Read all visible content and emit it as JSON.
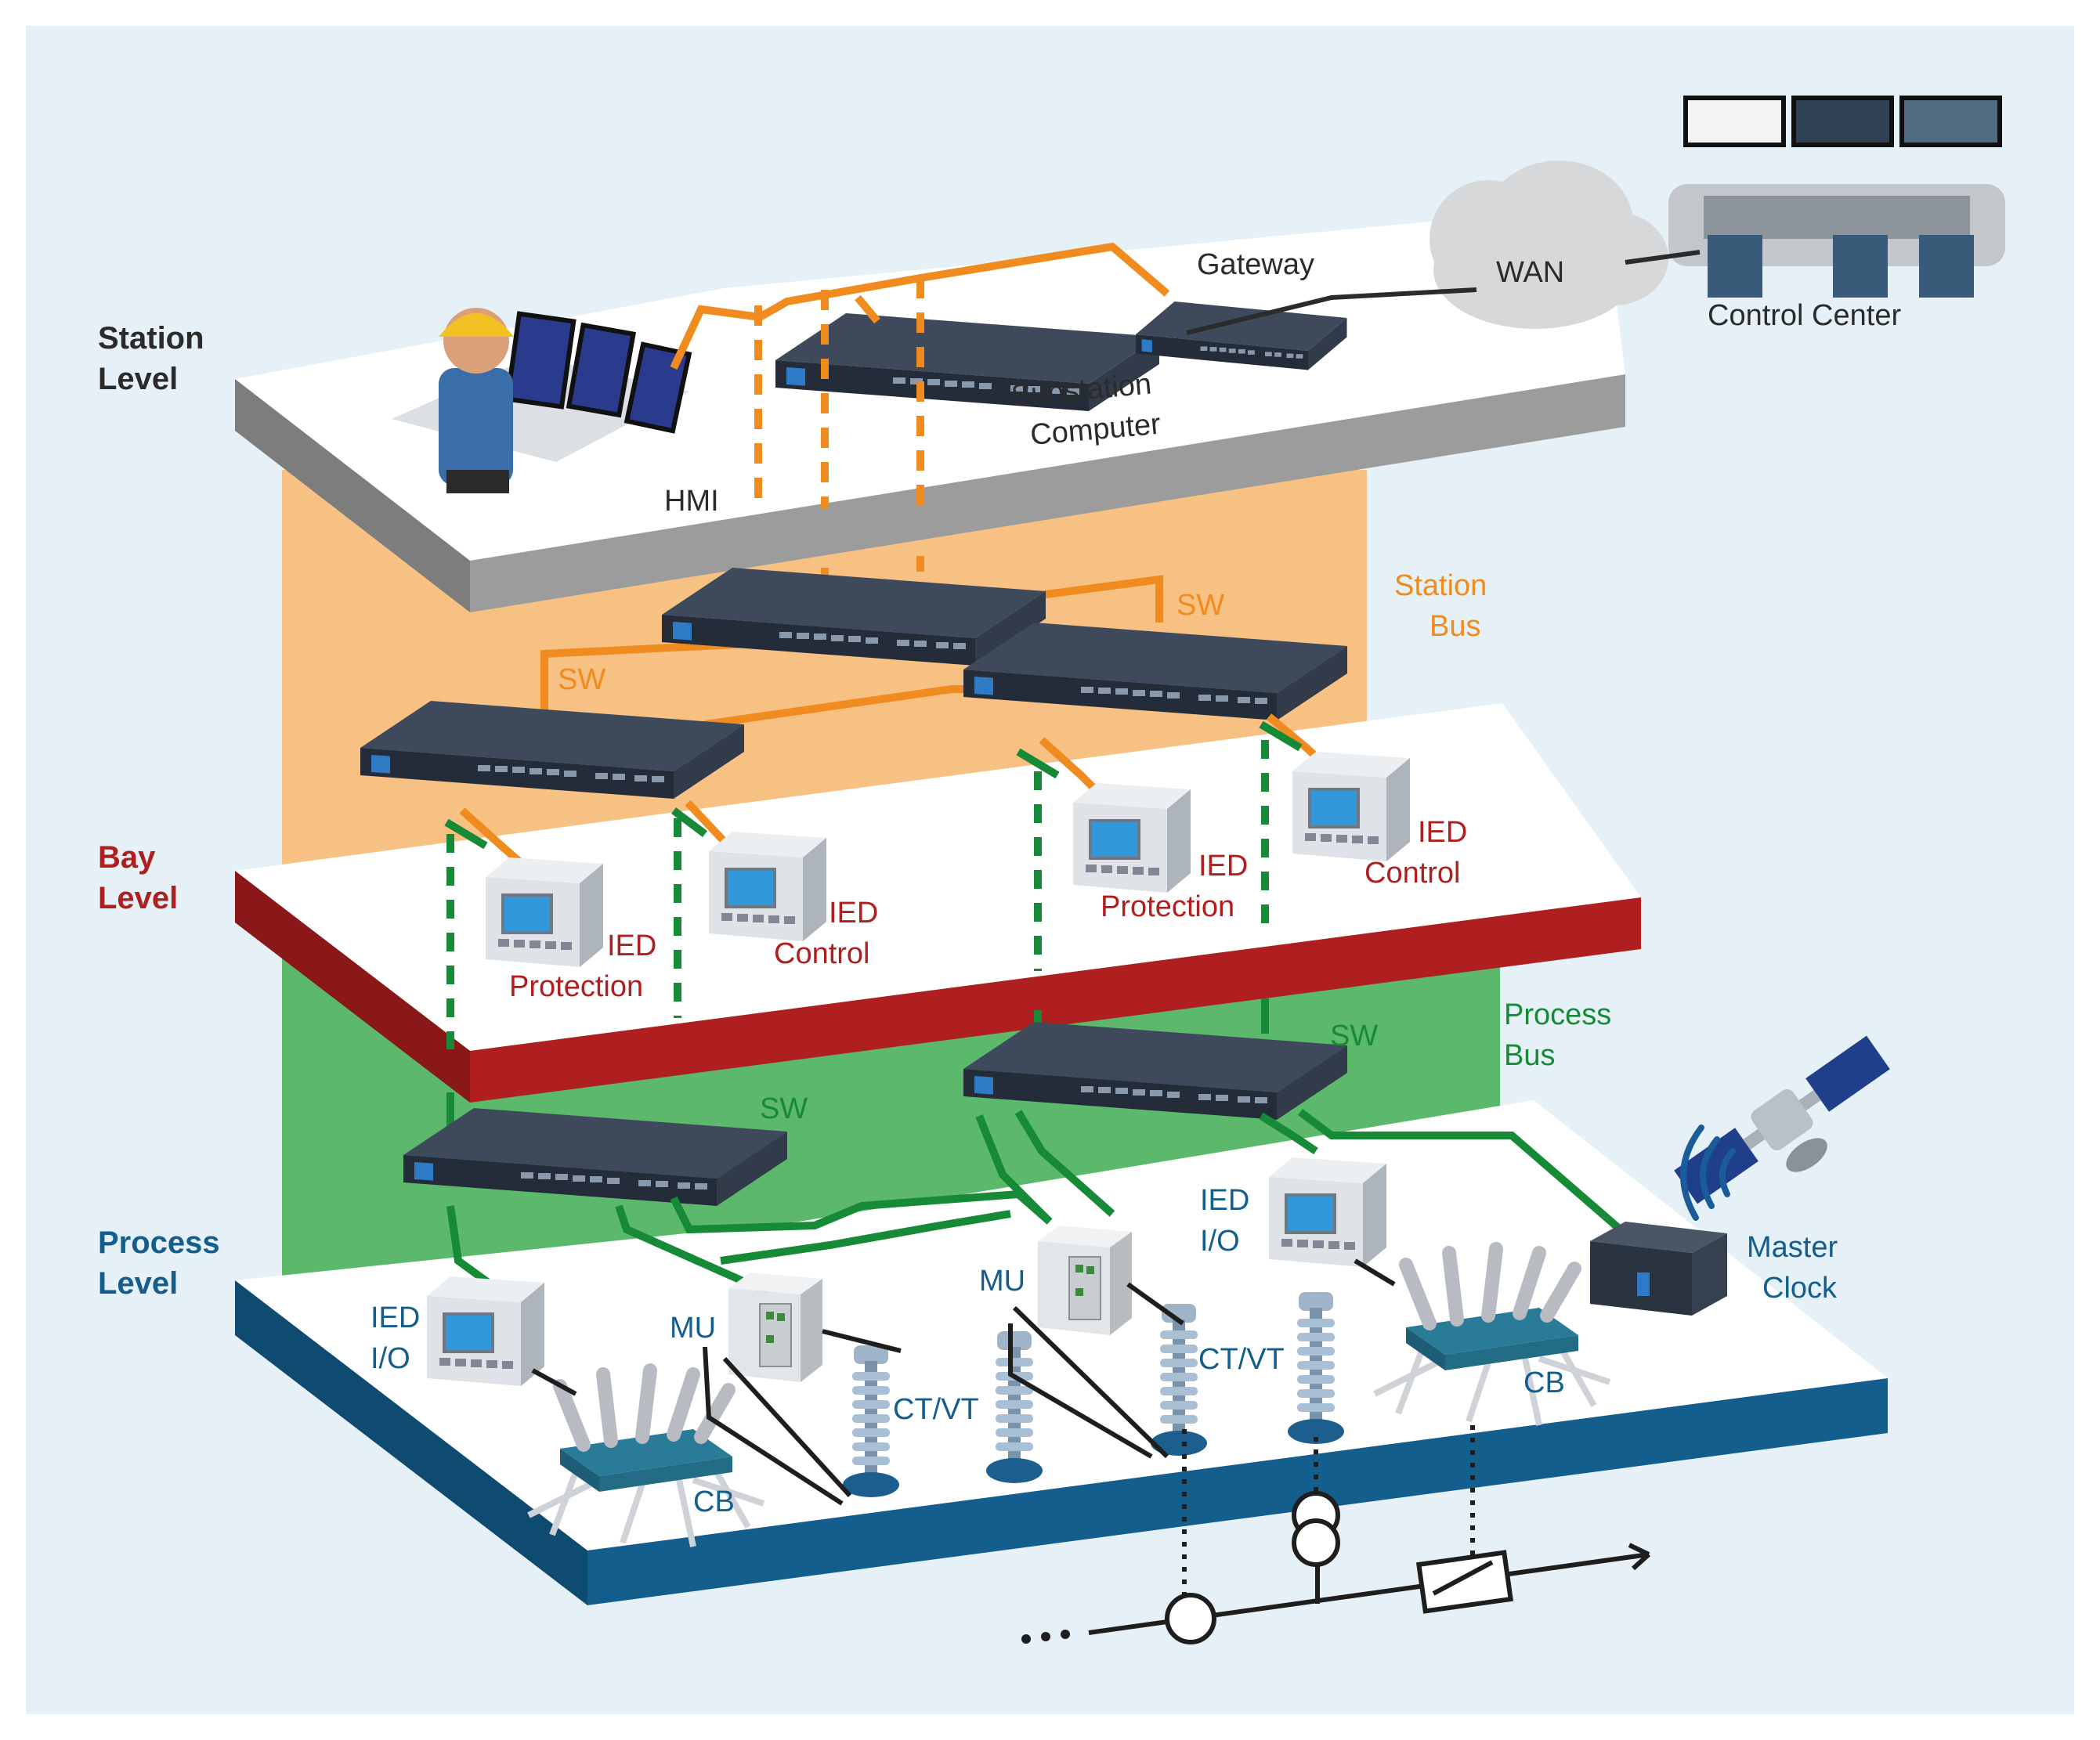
{
  "levels": {
    "station": [
      "Station",
      "Level"
    ],
    "bay": [
      "Bay",
      "Level"
    ],
    "process": [
      "Process",
      "Level"
    ]
  },
  "buses": {
    "station": [
      "Station",
      "Bus"
    ],
    "process": [
      "Process",
      "Bus"
    ]
  },
  "station_layer": {
    "hmi": "HMI",
    "substation_computer": [
      "Substation",
      "Computer"
    ],
    "gateway": "Gateway",
    "wan": "WAN",
    "control_center": "Control Center"
  },
  "switch_label": "SW",
  "bay_layer": {
    "ied_protection": [
      "IED",
      "Protection"
    ],
    "ied_control": [
      "IED",
      "Control"
    ]
  },
  "process_layer": {
    "ied_io": [
      "IED",
      "I/O"
    ],
    "mu": "MU",
    "ctvt": "CT/VT",
    "cb": "CB",
    "master_clock": [
      "Master",
      "Clock"
    ]
  },
  "colors": {
    "background": "#e6f0f7",
    "station_bus": "#f7c184",
    "process_bus": "#5cb96c",
    "station_rim": "#9c9c9c",
    "bay_rim": "#b01f1f",
    "process_rim": "#135e8c",
    "orange_line": "#f08c1f",
    "green_line": "#178a37",
    "switch": "#2c3746"
  }
}
